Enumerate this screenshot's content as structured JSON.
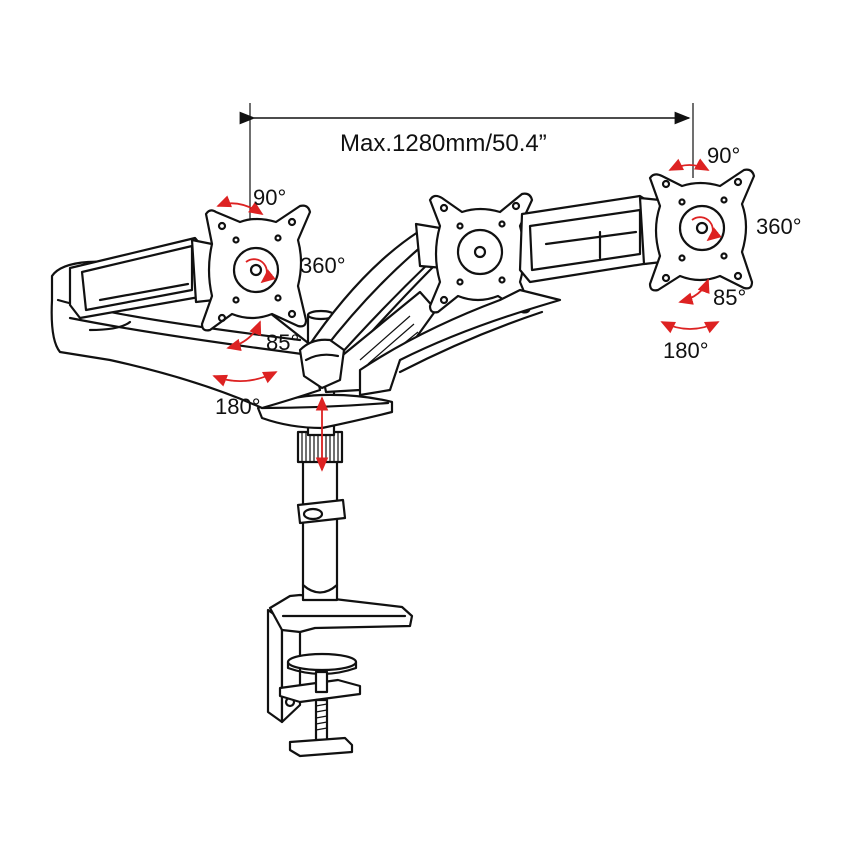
{
  "diagram": {
    "width_label": "Max.1280mm/50.4”",
    "left_head": {
      "tilt": "90°",
      "rotation": "360°",
      "swivel": "85°",
      "arm_swivel": "180°"
    },
    "right_head": {
      "tilt": "90°",
      "rotation": "360°",
      "swivel": "85°",
      "arm_swivel": "180°"
    },
    "colors": {
      "line": "#111111",
      "arrow": "#dd2222"
    }
  }
}
